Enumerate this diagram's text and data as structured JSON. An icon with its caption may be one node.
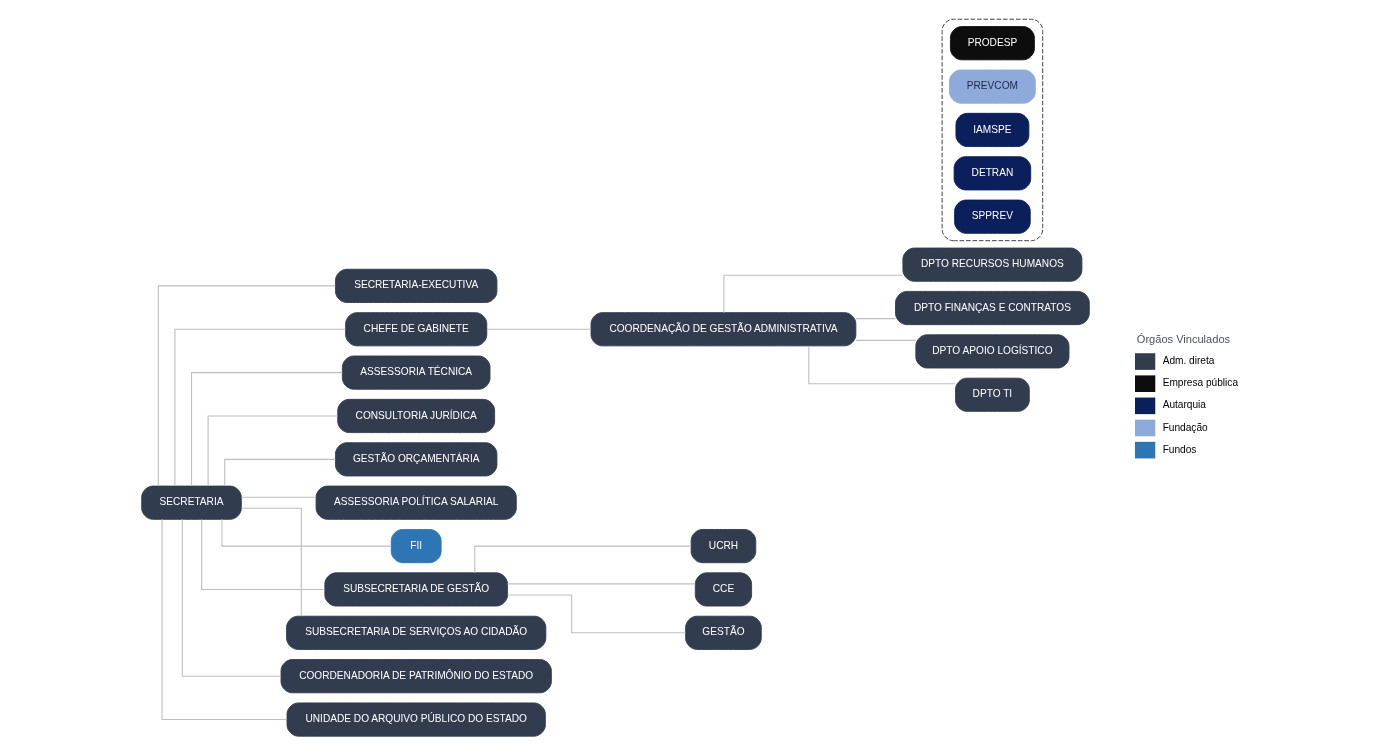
{
  "diagram": {
    "nodes": [
      {
        "text": [
          "SECRETARIA"
        ]
      },
      {
        "text": [
          "SECRETARIA-EXECUTIVA"
        ]
      },
      {
        "text": [
          "CHEFE DE GABINETE"
        ]
      },
      {
        "text": [
          "ASSESSORIA TÉCNICA"
        ]
      },
      {
        "text": [
          "COORDENAÇÃO DE GESTÃO ADMINISTRATIVA"
        ]
      },
      {
        "text": [
          "CONSULTORIA JURÍDICA"
        ]
      },
      {
        "text": [
          "DPTO RECURSOS HUMANOS"
        ]
      },
      {
        "text": [
          "GESTÃO ORÇAMENTÁRIA"
        ]
      },
      {
        "text": [
          "DPTO FINANÇAS E CONTRATOS"
        ]
      },
      {
        "text": [
          "ASSESSORIA POLÍTICA SALARIAL"
        ]
      },
      {
        "text": [
          "DPTO APOIO LOGÍSTICO"
        ]
      },
      {
        "text": [
          "FII"
        ]
      },
      {
        "text": [
          "DPTO TI"
        ]
      },
      {
        "text": [
          "SUBSECRETARIA DE GESTÃO"
        ]
      },
      {
        "text": [
          "SUBSECRETARIA DE SERVIÇOS AO CIDADÃO"
        ]
      },
      {
        "text": [
          "COORDENADORIA DE PATRIMÔNIO DO ESTADO"
        ]
      },
      {
        "text": [
          "UNIDADE DO ARQUIVO PÚBLICO DO ESTADO"
        ]
      },
      {
        "text": [
          "UCRH"
        ]
      },
      {
        "text": [],
        "shape": "box"
      },
      {
        "text": [
          "PRODESP"
        ],
        "in": 18
      },
      {
        "text": [
          "PREVCOM"
        ],
        "in": 18
      },
      {
        "text": [
          "IAMSPE"
        ],
        "in": 18
      },
      {
        "text": [
          "CCE"
        ]
      },
      {
        "text": [
          "DETRAN"
        ],
        "in": 18
      },
      {
        "text": [
          "SPPREV"
        ],
        "in": 18
      },
      {
        "text": [
          "GESTÃO"
        ]
      }
    ],
    "edges": [
      {
        "from": 0,
        "to": 1,
        "arrow": "none"
      },
      {
        "from": 0,
        "to": 2,
        "arrow": "none"
      },
      {
        "from": 0,
        "to": 3,
        "arrow": "none"
      },
      {
        "from": 0,
        "to": 5,
        "arrow": "none"
      },
      {
        "from": 0,
        "to": 7,
        "arrow": "none"
      },
      {
        "from": 0,
        "to": 9,
        "arrow": "none"
      },
      {
        "from": 0,
        "to": 11,
        "arrow": "none"
      },
      {
        "from": 0,
        "to": 13,
        "arrow": "none"
      },
      {
        "from": 0,
        "to": 14,
        "arrow": "none"
      },
      {
        "from": 0,
        "to": 15,
        "arrow": "none"
      },
      {
        "from": 0,
        "to": 16,
        "arrow": "none"
      },
      {
        "from": 2,
        "to": 4,
        "arrow": "none"
      },
      {
        "from": 4,
        "to": 6,
        "arrow": "none"
      },
      {
        "from": 4,
        "to": 8,
        "arrow": "none"
      },
      {
        "from": 4,
        "to": 10,
        "arrow": "none"
      },
      {
        "from": 4,
        "to": 12,
        "arrow": "none"
      },
      {
        "from": 13,
        "to": 17,
        "arrow": "none"
      },
      {
        "from": 13,
        "to": 22,
        "arrow": "none"
      },
      {
        "from": 13,
        "to": 25,
        "arrow": "none"
      }
    ],
    "labels": [
      "Órgãos Vinculados"
    ],
    "legend": [
      {
        "text": "Adm. direta",
        "color": "#323c4f"
      },
      {
        "text": "Empresa pública",
        "color": "#0d0d0d"
      },
      {
        "text": "Autarquia",
        "color": "#0a1f5c"
      },
      {
        "text": "Fundação",
        "color": "#8eaadb"
      },
      {
        "text": "Fundos",
        "color": "#2e75b6"
      }
    ]
  }
}
